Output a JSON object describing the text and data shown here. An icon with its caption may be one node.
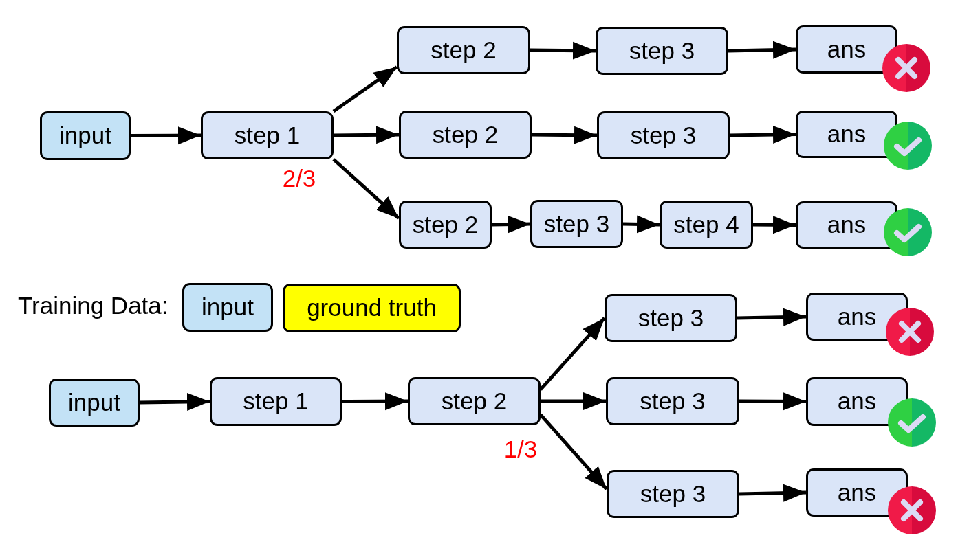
{
  "diagram": {
    "nodes": [
      {
        "text": [
          "input"
        ]
      },
      {
        "text": [
          "step 1"
        ]
      },
      {
        "text": [
          "step 2"
        ]
      },
      {
        "text": [
          "step 3"
        ]
      },
      {
        "text": [
          "ans"
        ]
      },
      {
        "text": [
          "step 2"
        ]
      },
      {
        "text": [
          "step 3"
        ]
      },
      {
        "text": [
          "ans"
        ]
      },
      {
        "text": [
          "step 2"
        ]
      },
      {
        "text": [
          "step 3"
        ]
      },
      {
        "text": [
          "step 4"
        ]
      },
      {
        "text": [
          "ans"
        ]
      },
      {
        "text": [
          "input"
        ]
      },
      {
        "text": [
          "ground truth"
        ]
      },
      {
        "text": [
          "input"
        ]
      },
      {
        "text": [
          "step 1"
        ]
      },
      {
        "text": [
          "step 2"
        ]
      },
      {
        "text": [
          "step 3"
        ]
      },
      {
        "text": [
          "ans"
        ]
      },
      {
        "text": [
          "step 3"
        ]
      },
      {
        "text": [
          "ans"
        ]
      },
      {
        "text": [
          "step 3"
        ]
      },
      {
        "text": [
          "ans"
        ]
      }
    ],
    "edges": [
      {
        "from": 0,
        "to": 1,
        "arrow": "to"
      },
      {
        "from": 1,
        "to": 2,
        "arrow": "to"
      },
      {
        "from": 1,
        "to": 5,
        "arrow": "to"
      },
      {
        "from": 1,
        "to": 8,
        "arrow": "to"
      },
      {
        "from": 2,
        "to": 3,
        "arrow": "to"
      },
      {
        "from": 3,
        "to": 4,
        "arrow": "to"
      },
      {
        "from": 5,
        "to": 6,
        "arrow": "to"
      },
      {
        "from": 6,
        "to": 7,
        "arrow": "to"
      },
      {
        "from": 8,
        "to": 9,
        "arrow": "to"
      },
      {
        "from": 9,
        "to": 10,
        "arrow": "to"
      },
      {
        "from": 10,
        "to": 11,
        "arrow": "to"
      },
      {
        "from": 14,
        "to": 15,
        "arrow": "to"
      },
      {
        "from": 15,
        "to": 16,
        "arrow": "to"
      },
      {
        "from": 16,
        "to": 17,
        "arrow": "to"
      },
      {
        "from": 16,
        "to": 19,
        "arrow": "to"
      },
      {
        "from": 16,
        "to": 21,
        "arrow": "to"
      },
      {
        "from": 17,
        "to": 18,
        "arrow": "to"
      },
      {
        "from": 19,
        "to": 20,
        "arrow": "to"
      },
      {
        "from": 21,
        "to": 22,
        "arrow": "to"
      }
    ],
    "labels": [
      "2/3",
      "Training Data:",
      "1/3"
    ]
  }
}
